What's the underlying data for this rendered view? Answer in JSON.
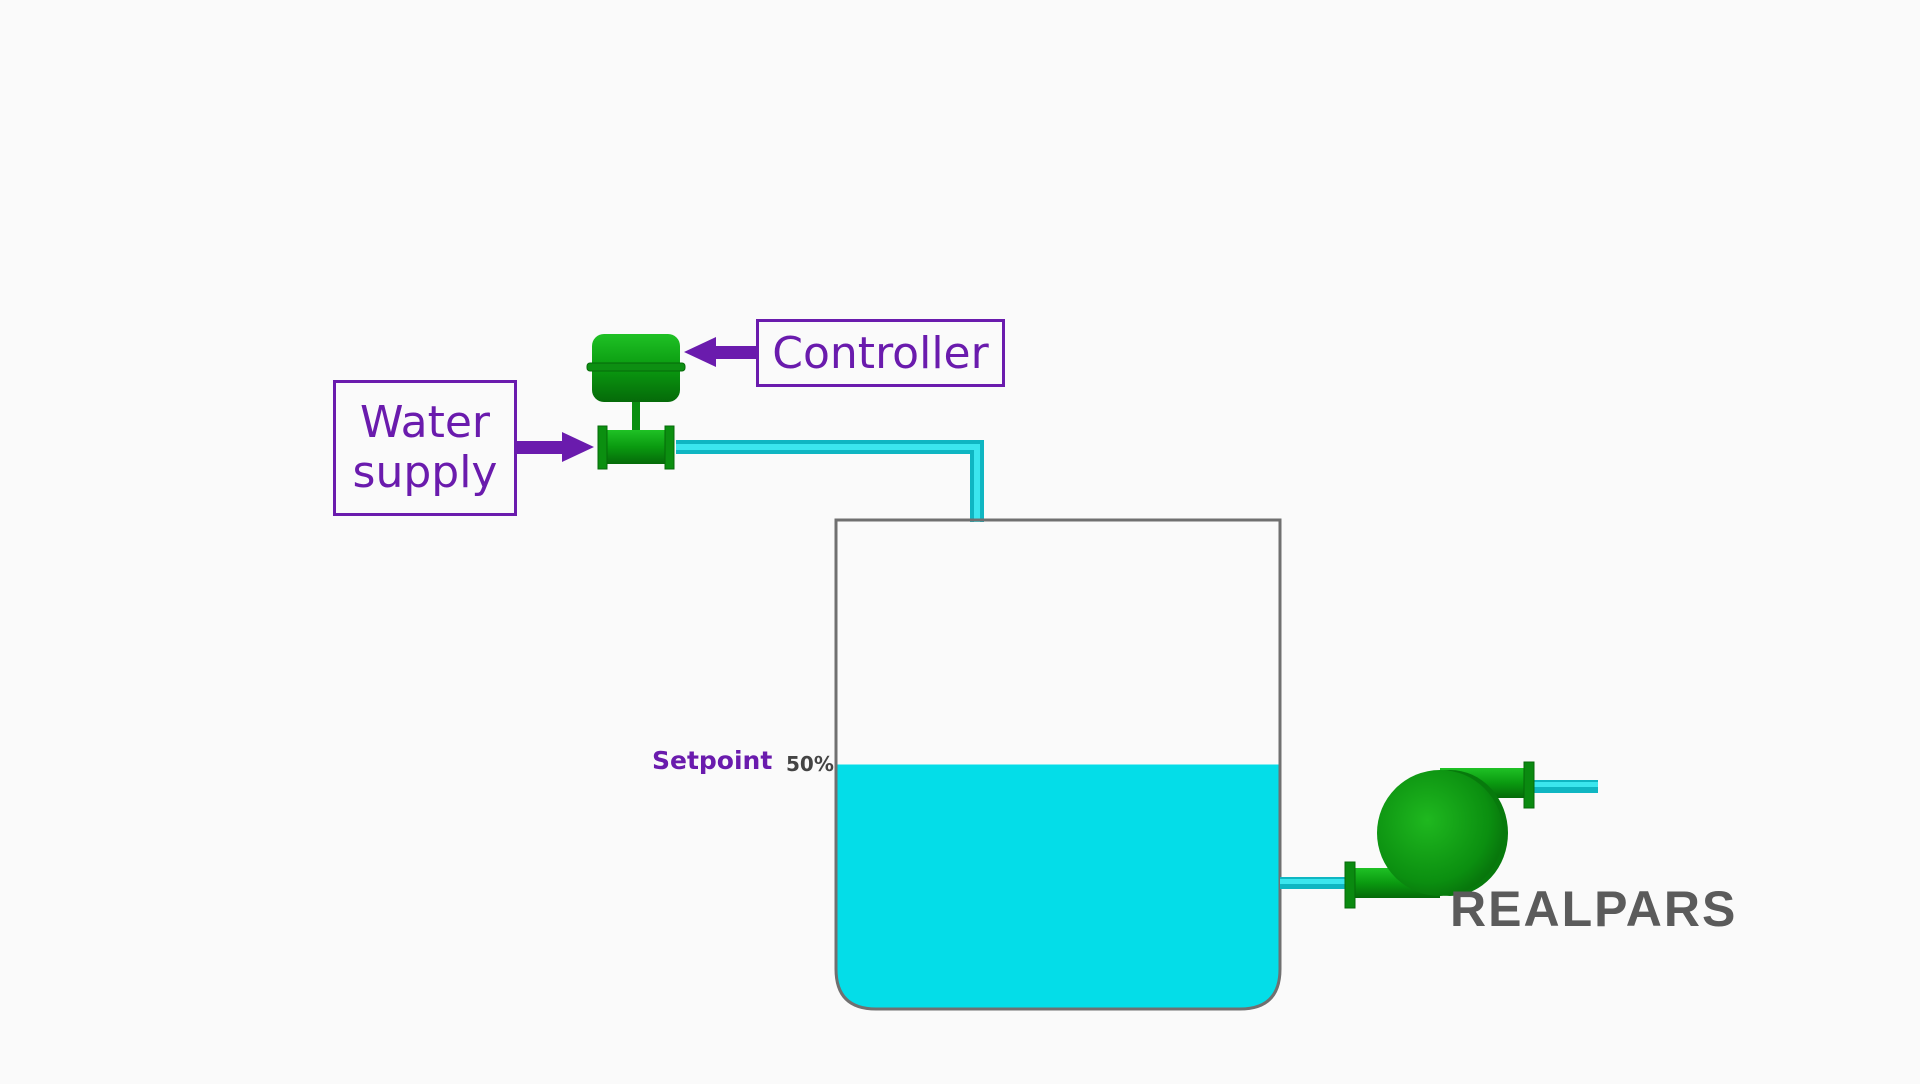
{
  "labels": {
    "water_supply_line1": "Water",
    "water_supply_line2": "supply",
    "controller": "Controller",
    "setpoint": "Setpoint",
    "setpoint_value": "50%",
    "logo": "REALPARS"
  },
  "tank": {
    "level_fraction": 0.5
  },
  "colors": {
    "accent": "#6a1bad",
    "water": "#04dde8",
    "equipment": "#0a9a10",
    "tank_outline": "#707070",
    "logo": "#5b5b5b"
  },
  "icons": [
    "control-valve-icon",
    "centrifugal-pump-icon",
    "arrow-right-icon",
    "arrow-left-icon"
  ]
}
